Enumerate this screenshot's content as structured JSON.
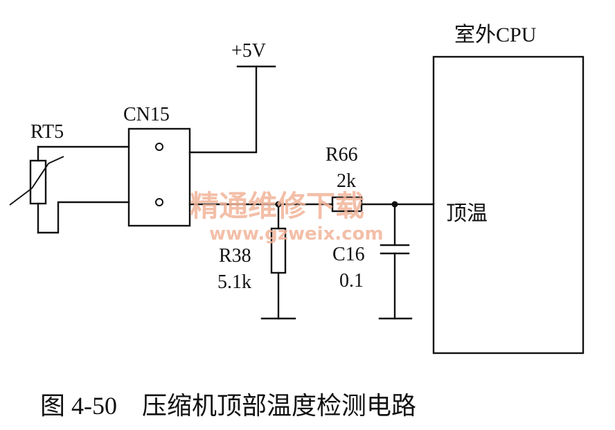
{
  "labels": {
    "rt5": "RT5",
    "cn15": "CN15",
    "vcc": "+5V",
    "r66_name": "R66",
    "r66_value": "2k",
    "r38_name": "R38",
    "r38_value": "5.1k",
    "c16_name": "C16",
    "c16_value": "0.1",
    "cpu_title": "室外CPU",
    "cpu_pin": "顶温"
  },
  "caption": "图 4-50　压缩机顶部温度检测电路",
  "watermark": {
    "text": "精通维修下载",
    "url": "www.gzweix.com"
  }
}
